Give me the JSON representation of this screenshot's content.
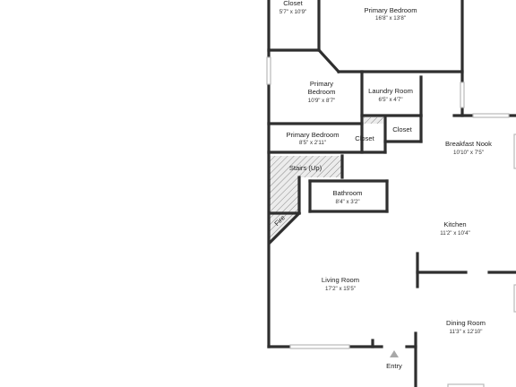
{
  "rooms": {
    "closet_top": {
      "name": "Closet",
      "dims": "5'7\" x 10'9\""
    },
    "primary_bedroom": {
      "name": "Primary Bedroom",
      "dims": "16'8\" x 13'8\""
    },
    "primary_bedroom_2": {
      "name_line1": "Primary",
      "name_line2": "Bedroom",
      "dims": "10'9\" x 8'7\""
    },
    "laundry_room": {
      "name": "Laundry Room",
      "dims": "6'5\" x 4'7\""
    },
    "primary_bedroom_3": {
      "name": "Primary Bedroom",
      "dims": "8'5\" x 2'11\""
    },
    "closet_mid": {
      "name": "Closet"
    },
    "closet_right": {
      "name": "Closet"
    },
    "breakfast_nook": {
      "name": "Breakfast Nook",
      "dims": "10'10\" x 7'5\""
    },
    "stairs": {
      "name": "Stairs (Up)"
    },
    "bathroom": {
      "name": "Bathroom",
      "dims": "8'4\" x 3'2\""
    },
    "fire": {
      "name": "Fire"
    },
    "kitchen": {
      "name": "Kitchen",
      "dims": "11'2\" x 10'4\""
    },
    "living_room": {
      "name": "Living Room",
      "dims": "17'2\" x 15'5\""
    },
    "dining_room": {
      "name": "Dining Room",
      "dims": "11'3\" x 12'10\""
    }
  },
  "entry": {
    "label": "Entry"
  },
  "colors": {
    "wall": "#2f2f2f",
    "window": "#b9b9b9",
    "hatch": "#8a8a8a",
    "background": "#ffffff"
  }
}
